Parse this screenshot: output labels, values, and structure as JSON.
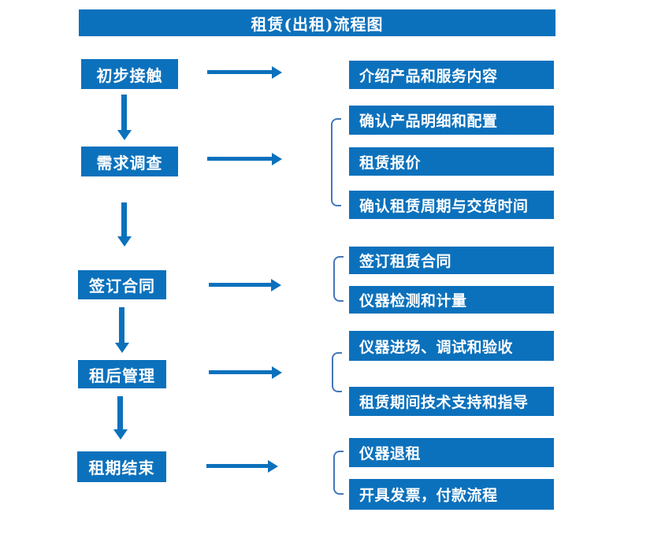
{
  "title": "租赁(出租)流程图",
  "colors": {
    "primary_blue": "#0c71bc",
    "bracket_blue": "#4577b8",
    "text_on_blue": "#ffffff",
    "background": "#ffffff"
  },
  "stages": [
    {
      "label": "初步接触",
      "details": [
        "介绍产品和服务内容"
      ]
    },
    {
      "label": "需求调查",
      "details": [
        "确认产品明细和配置",
        "租赁报价",
        "确认租赁周期与交货时间"
      ]
    },
    {
      "label": "签订合同",
      "details": [
        "签订租赁合同",
        "仪器检测和计量"
      ]
    },
    {
      "label": "租后管理",
      "details": [
        "仪器进场、调试和验收",
        "租赁期间技术支持和指导"
      ]
    },
    {
      "label": "租期结束",
      "details": [
        "仪器退租",
        "开具发票，付款流程"
      ]
    }
  ]
}
